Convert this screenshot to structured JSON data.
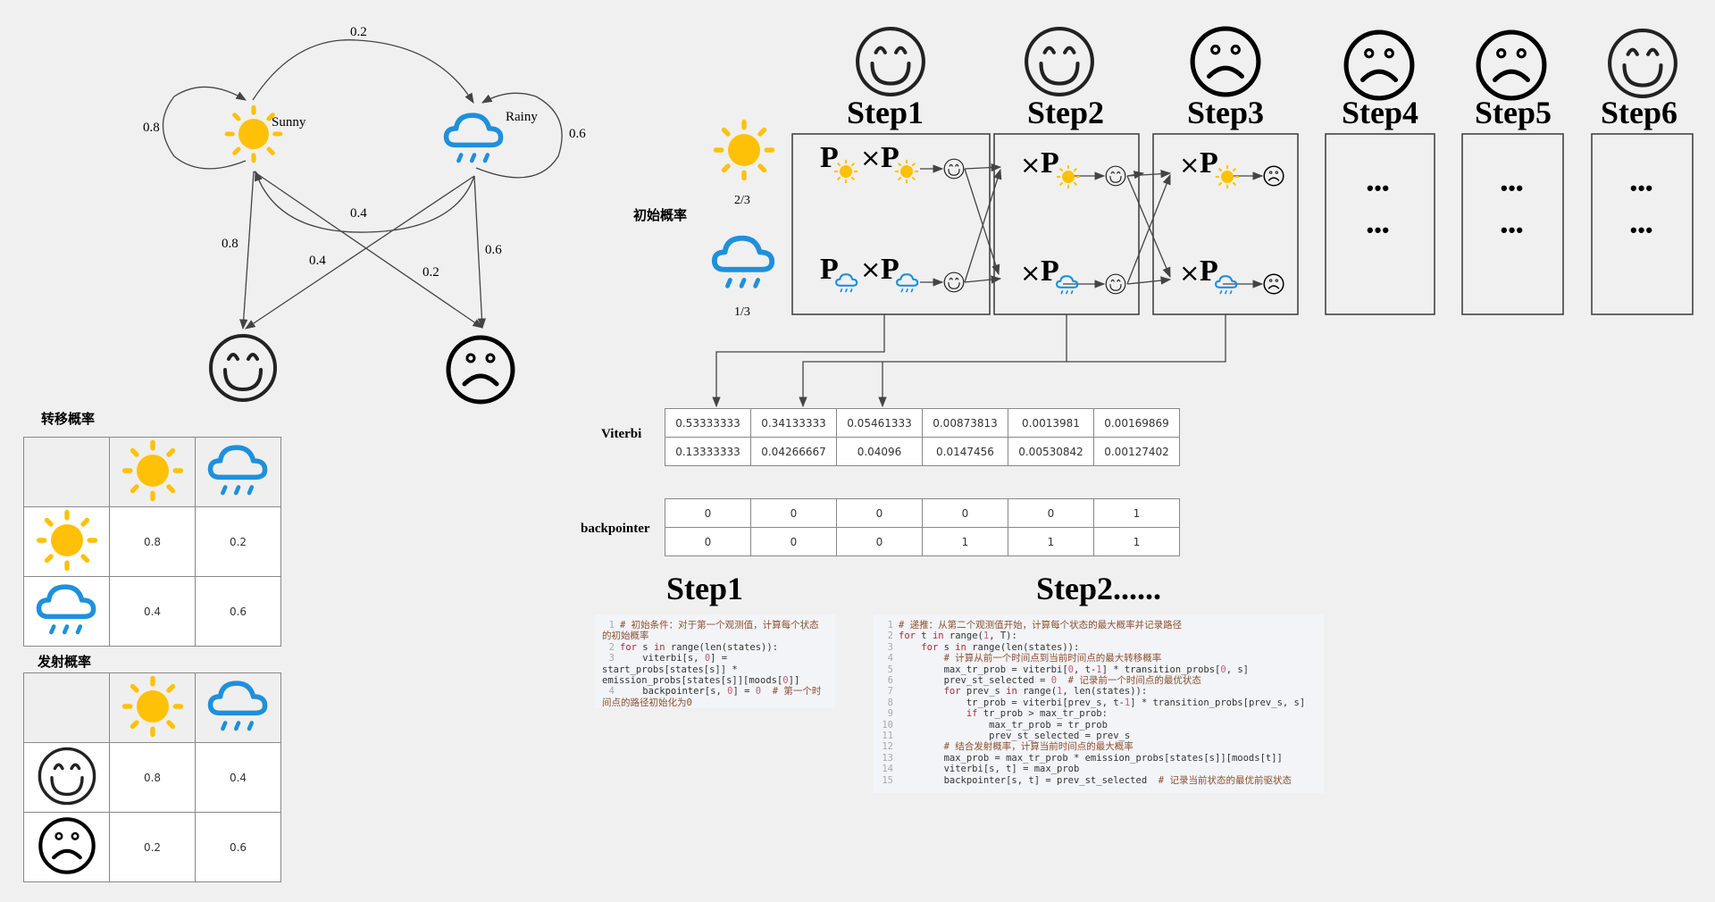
{
  "diagram": {
    "states": [
      {
        "name": "Sunny",
        "icon": "sun-icon",
        "color": "#FFC107"
      },
      {
        "name": "Rainy",
        "icon": "rain-cloud-icon",
        "color": "#1E90DC"
      }
    ],
    "observations": [
      {
        "name": "happy",
        "icon": "smiley-face-icon"
      },
      {
        "name": "sad",
        "icon": "sad-face-icon"
      }
    ],
    "edge_labels": {
      "sunny_to_rainy": "0.2",
      "sunny_self": "0.8",
      "rainy_self": "0.6",
      "rainy_to_sunny": "0.4",
      "sunny_to_happy": "0.8",
      "rainy_to_happy": "0.4",
      "sunny_to_sad": "0.2",
      "rainy_to_sad": "0.6"
    }
  },
  "transition_table": {
    "title": "转移概率",
    "columns": [
      "sun-icon",
      "rain-cloud-icon"
    ],
    "rows": [
      {
        "icon": "sun-icon",
        "values": [
          "0.8",
          "0.2"
        ]
      },
      {
        "icon": "rain-cloud-icon",
        "values": [
          "0.4",
          "0.6"
        ]
      }
    ]
  },
  "emission_table": {
    "title": "发射概率",
    "columns": [
      "sun-icon",
      "rain-cloud-icon"
    ],
    "rows": [
      {
        "icon": "smiley-face-icon",
        "values": [
          "0.8",
          "0.4"
        ]
      },
      {
        "icon": "sad-face-icon",
        "values": [
          "0.2",
          "0.6"
        ]
      }
    ]
  },
  "initial": {
    "label": "初始概率",
    "sunny": "2/3",
    "rainy": "1/3"
  },
  "steps": [
    {
      "label": "Step1",
      "mood": "happy"
    },
    {
      "label": "Step2",
      "mood": "happy"
    },
    {
      "label": "Step3",
      "mood": "sad"
    },
    {
      "label": "Step4",
      "mood": "sad"
    },
    {
      "label": "Step5",
      "mood": "sad"
    },
    {
      "label": "Step6",
      "mood": "happy"
    }
  ],
  "step_formula": {
    "p": "P",
    "times": "×",
    "ellipsis": "•••"
  },
  "viterbi": {
    "label": "Viterbi",
    "rows": [
      [
        "0.53333333",
        "0.34133333",
        "0.05461333",
        "0.00873813",
        "0.0013981",
        "0.00169869"
      ],
      [
        "0.13333333",
        "0.04266667",
        "0.04096",
        "0.0147456",
        "0.00530842",
        "0.00127402"
      ]
    ]
  },
  "backpointer": {
    "label": "backpointer",
    "rows": [
      [
        "0",
        "0",
        "0",
        "0",
        "0",
        "1"
      ],
      [
        "0",
        "0",
        "0",
        "1",
        "1",
        "1"
      ]
    ]
  },
  "code_step1": {
    "title": "Step1",
    "lines": [
      {
        "n": "1",
        "text": "# 初始条件：对于第一个观测值，计算每个状态的初始概率"
      },
      {
        "n": "2",
        "text": "for s in range(len(states)):"
      },
      {
        "n": "3",
        "text": "    viterbi[s, 0] = start_probs[states[s]] * emission_probs[states[s]][moods[0]]"
      },
      {
        "n": "4",
        "text": "    backpointer[s, 0] = 0  # 第一个时间点的路径初始化为0"
      }
    ]
  },
  "code_step2": {
    "title": "Step2......",
    "lines": [
      {
        "n": "1",
        "text": "# 递推：从第二个观测值开始，计算每个状态的最大概率并记录路径"
      },
      {
        "n": "2",
        "text": "for t in range(1, T):"
      },
      {
        "n": "3",
        "text": "    for s in range(len(states)):"
      },
      {
        "n": "4",
        "text": "        # 计算从前一个时间点到当前时间点的最大转移概率"
      },
      {
        "n": "5",
        "text": "        max_tr_prob = viterbi[0, t-1] * transition_probs[0, s]"
      },
      {
        "n": "6",
        "text": "        prev_st_selected = 0  # 记录前一个时间点的最优状态"
      },
      {
        "n": "7",
        "text": "        for prev_s in range(1, len(states)):"
      },
      {
        "n": "8",
        "text": "            tr_prob = viterbi[prev_s, t-1] * transition_probs[prev_s, s]"
      },
      {
        "n": "9",
        "text": "            if tr_prob > max_tr_prob:"
      },
      {
        "n": "10",
        "text": "                max_tr_prob = tr_prob"
      },
      {
        "n": "11",
        "text": "                prev_st_selected = prev_s"
      },
      {
        "n": "12",
        "text": "        # 结合发射概率，计算当前时间点的最大概率"
      },
      {
        "n": "13",
        "text": "        max_prob = max_tr_prob * emission_probs[states[s]][moods[t]]"
      },
      {
        "n": "14",
        "text": "        viterbi[s, t] = max_prob"
      },
      {
        "n": "15",
        "text": "        backpointer[s, t] = prev_st_selected  # 记录当前状态的最优前驱状态"
      }
    ]
  },
  "colors": {
    "sun": "#FFC107",
    "rain": "#1E90DC",
    "line": "#444444",
    "background": "#F0F0F0"
  }
}
